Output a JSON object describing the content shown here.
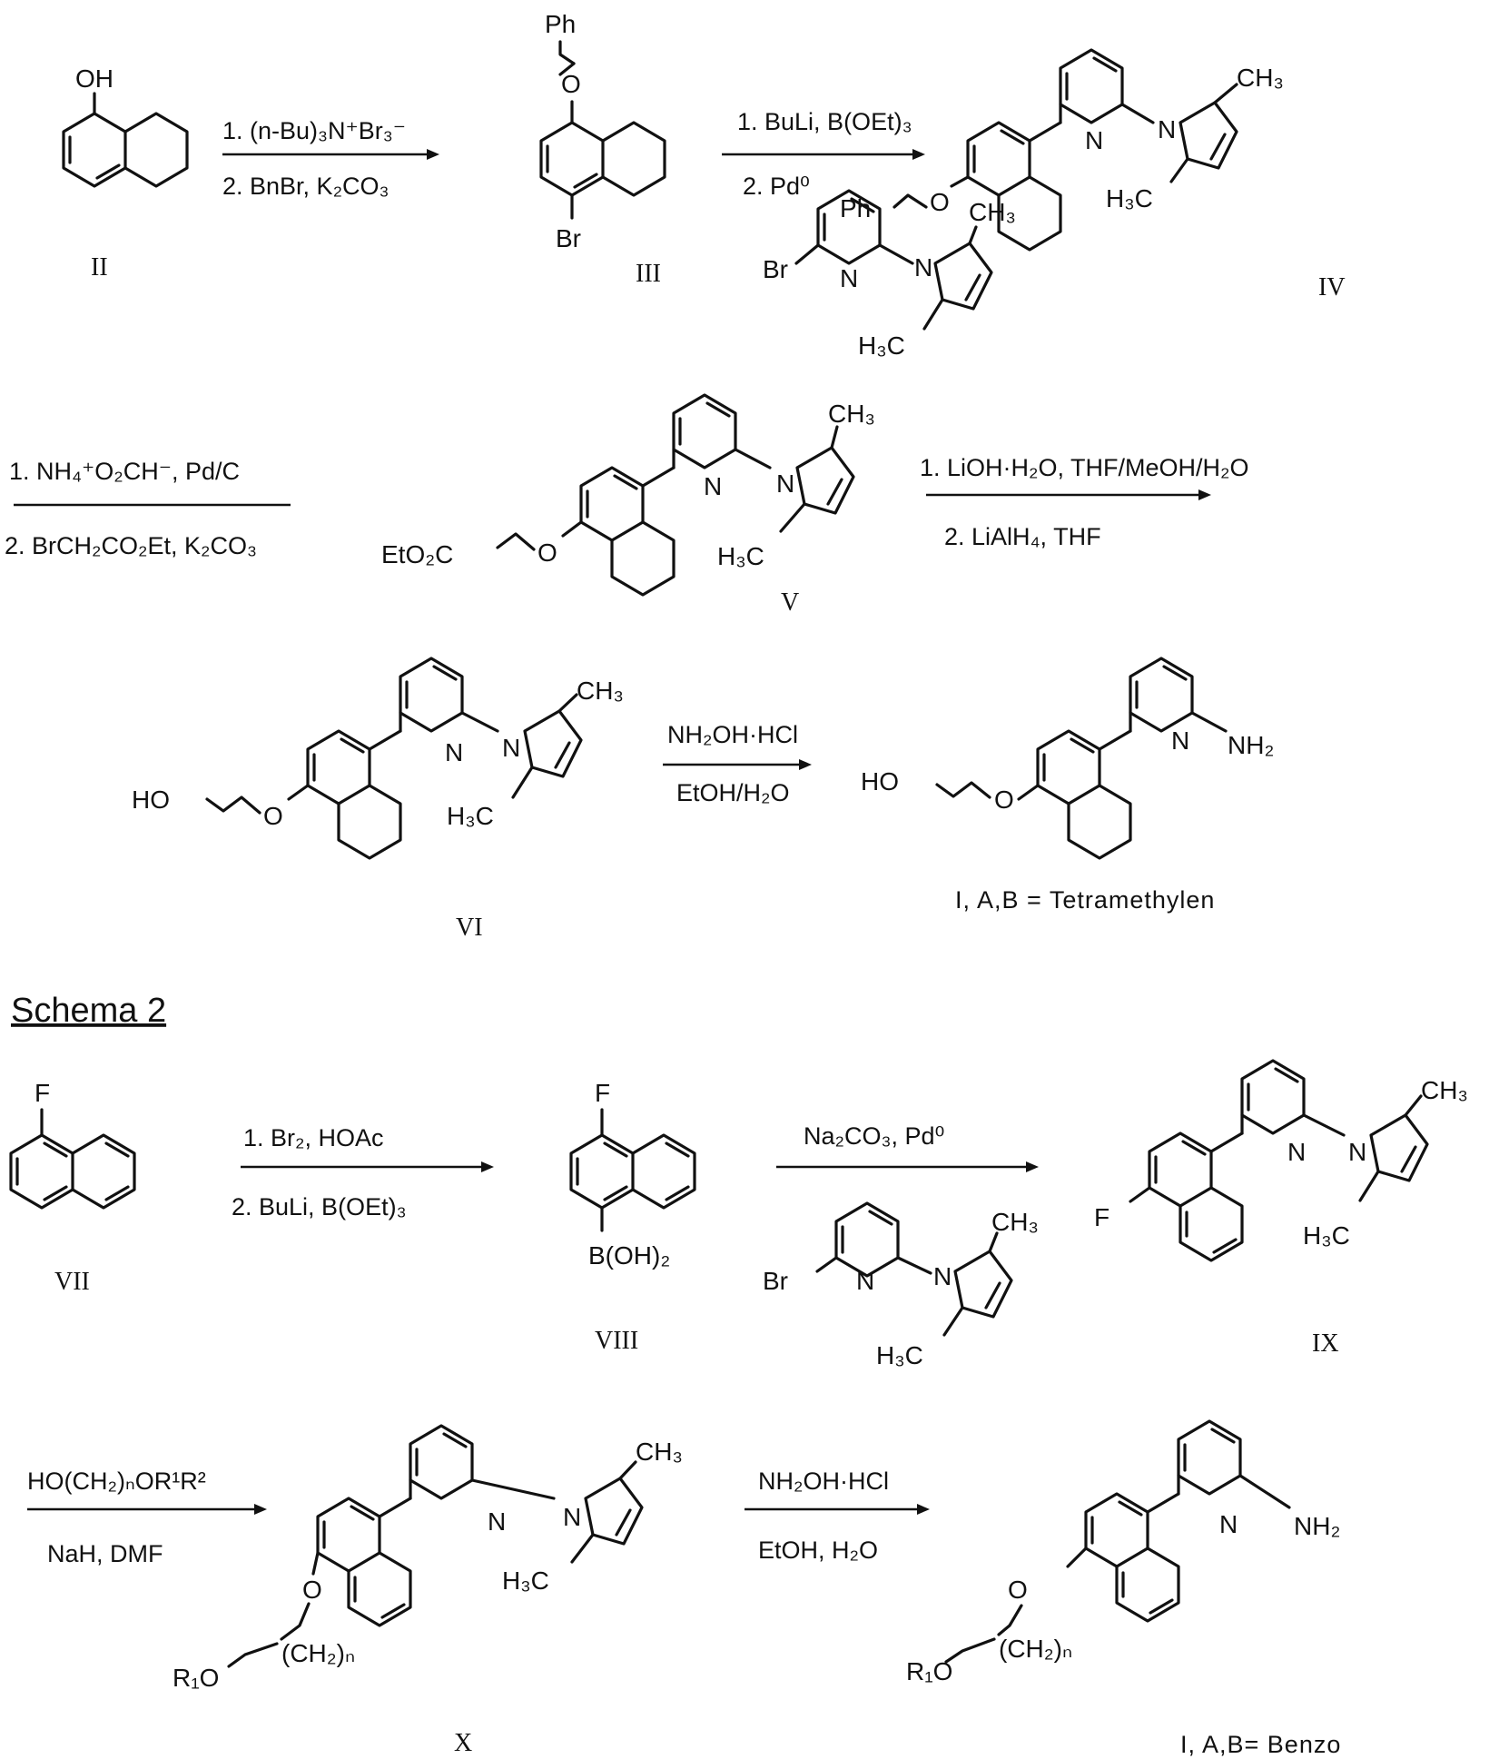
{
  "schema2": {
    "title": "Schema 2"
  },
  "compounds": {
    "II": "II",
    "III": "III",
    "IV": "IV",
    "V": "V",
    "VI": "VI",
    "VII": "VII",
    "VIII": "VIII",
    "IX": "IX",
    "X": "X"
  },
  "products": {
    "tetramethylen": "I, A,B =  Tetramethylen",
    "benzo": "I,  A,B=  Benzo"
  },
  "reagents": {
    "r1_line1": "1. (n-Bu)₃N⁺Br₃⁻",
    "r1_line2": "2. BnBr, K₂CO₃",
    "r2_line1": "1. BuLi, B(OEt)₃",
    "r2_line2": "2. Pd⁰",
    "r3_line1": "1. NH₄⁺O₂CH⁻, Pd/C",
    "r3_line2": "2. BrCH₂CO₂Et, K₂CO₃",
    "r4_line1": "1. LiOH·H₂O, THF/MeOH/H₂O",
    "r4_line2": "2. LiAlH₄, THF",
    "r5_line1": "NH₂OH·HCl",
    "r5_line2": "EtOH/H₂O",
    "r6_line1": "1. Br₂, HOAc",
    "r6_line2": "2. BuLi, B(OEt)₃",
    "r7_line1": "Na₂CO₃, Pd⁰",
    "r8_line1": "HO(CH₂)ₙOR¹R²",
    "r8_line2": "NaH, DMF",
    "r9_line1": "NH₂OH·HCl",
    "r9_line2": "EtOH, H₂O"
  },
  "atoms": {
    "OH": "OH",
    "O": "O",
    "Ph": "Ph",
    "Br": "Br",
    "N": "N",
    "F": "F",
    "CH3": "CH₃",
    "H3C": "H₃C",
    "NH2": "NH₂",
    "EtO2C": "EtO₂C",
    "HO": "HO",
    "BOH2": "B(OH)₂",
    "R1O": "R₁O",
    "CH2n": "(CH₂)ₙ"
  }
}
